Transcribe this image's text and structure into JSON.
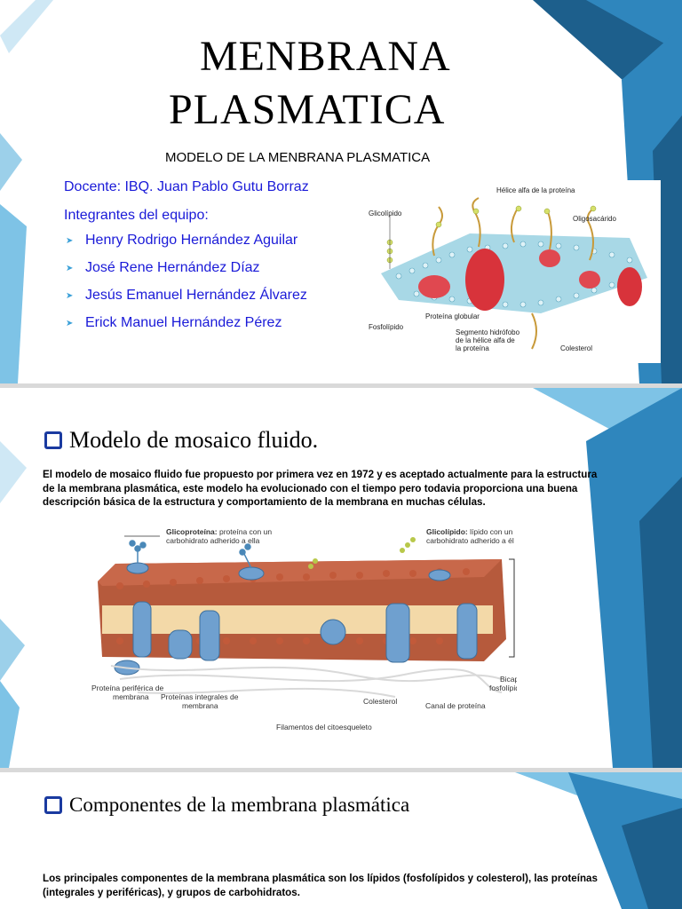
{
  "slide1": {
    "title_line1": "MENBRANA",
    "title_line2": "PLASMATICA",
    "subtitle": "MODELO DE LA MENBRANA PLASMATICA",
    "docente": "Docente: IBQ. Juan Pablo Gutu Borraz",
    "integrantes_label": "Integrantes del equipo:",
    "members": [
      " Henry Rodrigo Hernández Aguilar",
      "José Rene Hernández Díaz",
      "Jesús Emanuel Hernández Álvarez",
      "Erick Manuel Hernández Pérez"
    ],
    "figure_labels": {
      "glicolipido": "Glicolípido",
      "helice": "Hélice alfa de la proteína",
      "oligosacarido": "Oligosacárido",
      "fosfolipido": "Fosfolípido",
      "proteina_globular": "Proteína globular",
      "segmento": [
        "Segmento hidrófobo",
        "de la hélice alfa de",
        "la proteína"
      ],
      "colesterol": "Colesterol"
    }
  },
  "slide2": {
    "heading": "Modelo de mosaico fluido.",
    "paragraph": "El modelo de mosaico fluido fue propuesto por primera vez en 1972 y es aceptado actualmente para la estructura de la membrana plasmática, este modelo ha evolucionado con el tiempo pero todavia proporciona una buena descripción básica de la estructura y comportamiento de la membrana en muchas células.",
    "figure_labels": {
      "glicoproteina_bold": "Glicoproteína:",
      "glicoproteina_rest": " proteína con un",
      "glicoproteina_line2": "carbohidrato adherido a ella",
      "glicolipido_bold": "Glicolípido:",
      "glicolipido_rest": " lípido con un",
      "glicolipido_line2": "carbohidrato adherido a él",
      "periferica": [
        "Proteína periférica de",
        "membrana"
      ],
      "integrales": [
        "Proteínas integrales de",
        "membrana"
      ],
      "colesterol": "Colesterol",
      "canal": "Canal de proteína",
      "bicapa": [
        "Bicapa de",
        "fosfolípidos"
      ],
      "filamentos": "Filamentos del citoesqueleto"
    }
  },
  "slide3": {
    "heading": "Componentes de la membrana plasmática",
    "paragraph": "Los principales componentes de la membrana plasmática son los lípidos (fosfolípidos y colesterol), las proteínas (integrales y periféricas), y grupos de carbohidratos."
  },
  "colors": {
    "text_blue": "#1a1ad8",
    "deco_dark": "#1d5f8c",
    "deco_mid": "#2f86bd",
    "deco_light": "#7ec3e6",
    "checkbox": "#1a3aa0"
  }
}
